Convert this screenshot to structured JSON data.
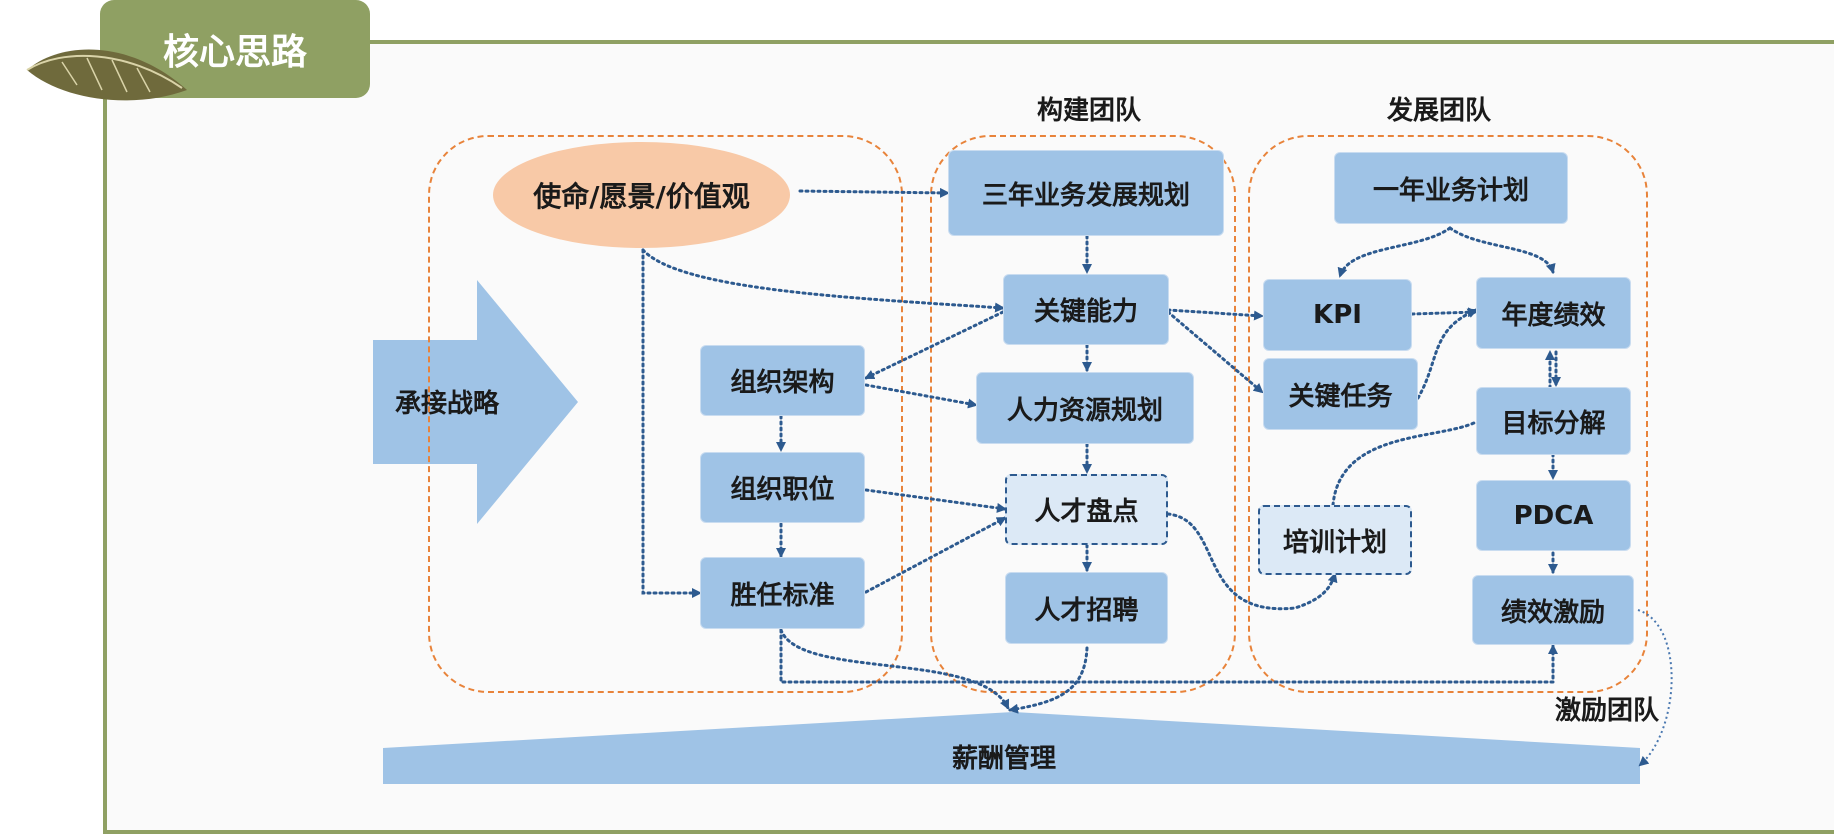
{
  "header": {
    "title": "核心思路"
  },
  "groups": {
    "build_team": "构建团队",
    "develop_team": "发展团队",
    "motivate_team": "激励团队"
  },
  "nodes": {
    "strategy": "承接战略",
    "mission": "使命/愿景/价值观",
    "org_structure": "组织架构",
    "org_position": "组织职位",
    "competency": "胜任标准",
    "three_year_plan": "三年业务发展规划",
    "key_capability": "关键能力",
    "hr_plan": "人力资源规划",
    "talent_review": "人才盘点",
    "recruitment": "人才招聘",
    "one_year_plan": "一年业务计划",
    "kpi": "KPI",
    "key_task": "关键任务",
    "annual_perf": "年度绩效",
    "goal_breakdown": "目标分解",
    "training_plan": "培训计划",
    "pdca": "PDCA",
    "perf_incentive": "绩效激励",
    "compensation": "薪酬管理"
  },
  "colors": {
    "accent_green": "#8fa063",
    "node_blue": "#9fc3e6",
    "node_light": "#dce9f6",
    "mission_peach": "#f8c9a7",
    "dash_orange": "#e8833a",
    "arrow_blue": "#2d5a8f"
  }
}
